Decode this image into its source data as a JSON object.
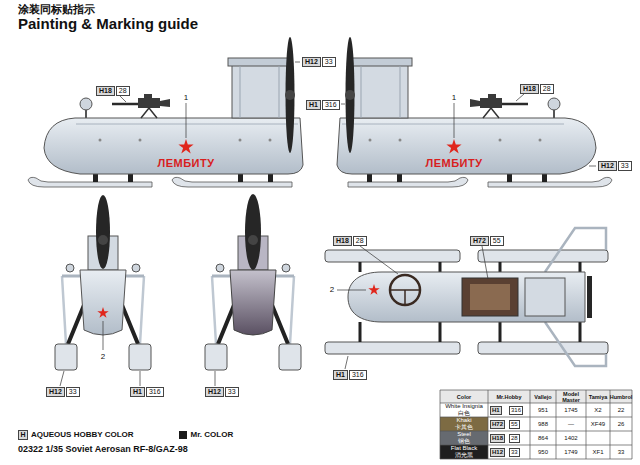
{
  "diagram": {
    "title": "Painting & Marking guide",
    "caption": "02322 1/35 Soviet Aerosan RF-8/GAZ-98",
    "labels": [
      "涂装同标贴指示",
      "H12",
      "33",
      "H18",
      "28",
      "1",
      "ЛЕМБИТУ",
      "H1",
      "316",
      "H18",
      "28",
      "1",
      "ЛЕМБИТУ",
      "H12",
      "33",
      "2",
      "H12",
      "33",
      "H1",
      "316",
      "H12",
      "33",
      "H18",
      "28",
      "H72",
      "55",
      "2",
      "H1",
      "316",
      "H",
      "Color",
      "Mr.Hobby",
      "Vallejo",
      "Model Master",
      "Tamiya",
      "Humbrol",
      "White Insignia",
      "白色",
      "H1",
      "316",
      "951",
      "1745",
      "X2",
      "22",
      "Khaki",
      "卡其色",
      "H72",
      "55",
      "988",
      "—",
      "XF49",
      "26",
      "Steel",
      "钢色",
      "H18",
      "28",
      "864",
      "1402",
      "Flat Black",
      "消光黑",
      "H12",
      "33",
      "950",
      "1749",
      "XF1",
      "33"
    ],
    "legend": [
      {
        "text": "AQUEOUS HOBBY COLOR"
      },
      {
        "text": "Mr. COLOR",
        "color": "#1a1a1a"
      }
    ]
  }
}
